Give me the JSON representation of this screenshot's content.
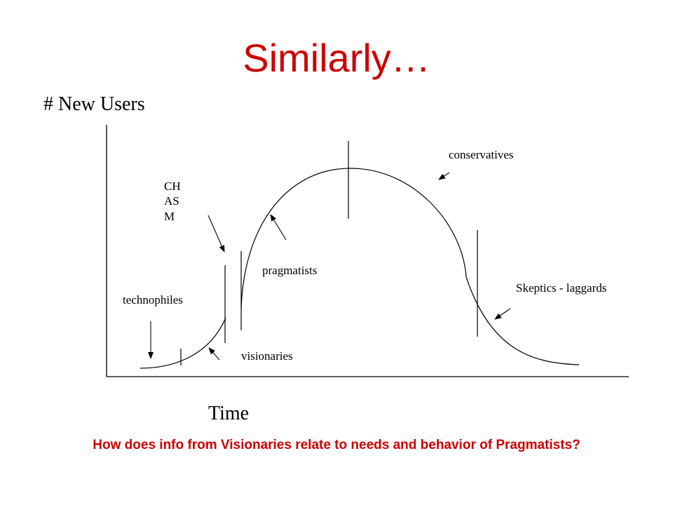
{
  "slide": {
    "title": "Similarly…",
    "y_axis_label": "# New Users",
    "x_axis_label": "Time",
    "question": "How does info from Visionaries relate to needs and behavior of Pragmatists?"
  },
  "segments": {
    "technophiles": "technophiles",
    "chasm": "CHASM",
    "visionaries": "visionaries",
    "pragmatists": "pragmatists",
    "conservatives": "conservatives",
    "skeptics": "Skeptics - laggards"
  },
  "colors": {
    "title": "#cc0000",
    "question": "#cc0000",
    "lines": "#000000"
  }
}
